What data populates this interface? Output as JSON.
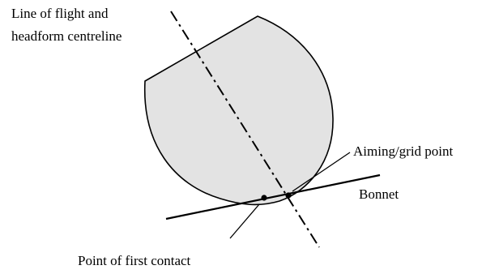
{
  "labels": {
    "line_of_flight_1": "Line of flight and",
    "line_of_flight_2": "headform centreline",
    "aiming_point": "Aiming/grid point",
    "bonnet": "Bonnet",
    "first_contact": "Point of first contact"
  },
  "colors": {
    "headform_fill": "#e3e3e3",
    "stroke": "#000000",
    "background": "#ffffff"
  }
}
